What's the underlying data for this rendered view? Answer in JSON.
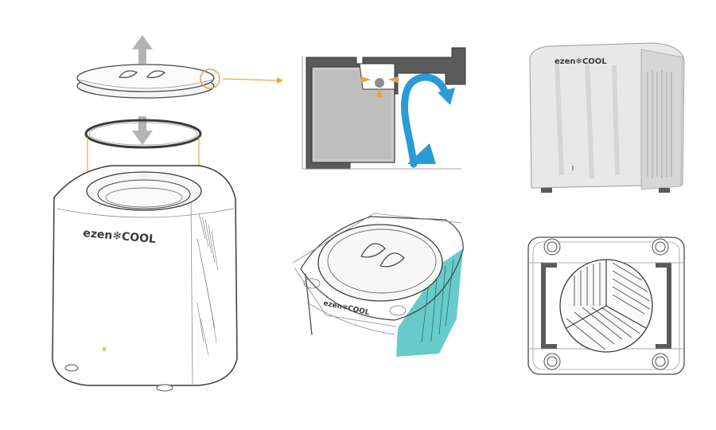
{
  "brand": {
    "main_body": "ezen❄COOL",
    "sketch_view": "ezen❄COOL",
    "render_view": "ezen❄COOL"
  },
  "colors": {
    "accent_orange": "#f2a03c",
    "airflow_blue": "#2a9bd6",
    "teal_shade": "#4cc2bf",
    "indicator_light": "#c9d84a",
    "arrow_gray": "#b3b3b3"
  },
  "icons": [
    "arrow-up-icon",
    "arrow-down-icon",
    "airflow-arrow-icon",
    "snowflake-icon"
  ]
}
